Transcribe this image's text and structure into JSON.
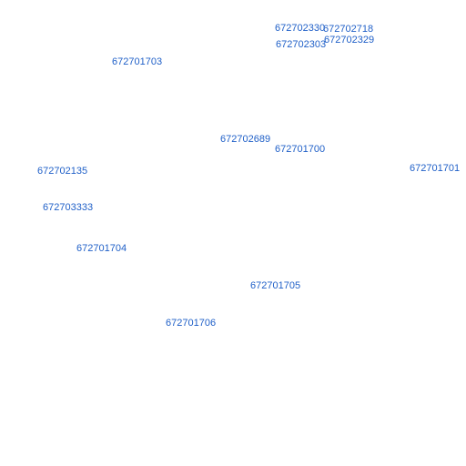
{
  "style": {
    "label_color": "#2060c8",
    "background": "#ffffff"
  },
  "labels": [
    "672702330",
    "672702718",
    "672702303",
    "672702329",
    "672701703",
    "672702689",
    "672701700",
    "672702135",
    "672701701",
    "672703333",
    "672701704",
    "672701705",
    "672701706"
  ]
}
